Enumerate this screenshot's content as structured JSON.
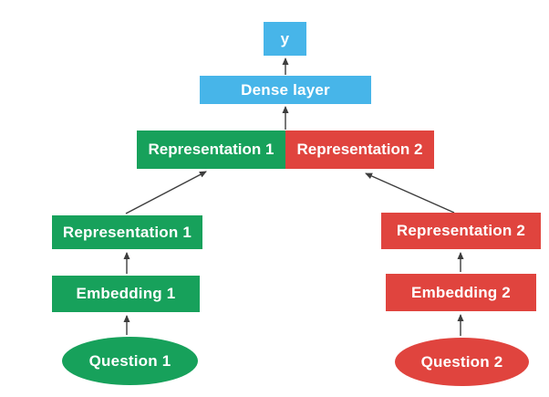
{
  "diagram": {
    "type": "flow-diagram",
    "colors": {
      "blue": "#47b5e9",
      "green": "#17a15b",
      "red": "#e0443e",
      "arrow": "#3d3d3d",
      "text": "#ffffff",
      "background": "#ffffff"
    },
    "nodes": {
      "output": {
        "label": "y",
        "color": "blue",
        "shape": "rect"
      },
      "dense": {
        "label": "Dense layer",
        "color": "blue",
        "shape": "rect"
      },
      "merged_left": {
        "label": "Representation 1",
        "color": "green",
        "shape": "rect"
      },
      "merged_right": {
        "label": "Representation 2",
        "color": "red",
        "shape": "rect"
      },
      "rep1": {
        "label": "Representation 1",
        "color": "green",
        "shape": "rect"
      },
      "emb1": {
        "label": "Embedding 1",
        "color": "green",
        "shape": "rect"
      },
      "q1": {
        "label": "Question 1",
        "color": "green",
        "shape": "ellipse"
      },
      "rep2": {
        "label": "Representation 2",
        "color": "red",
        "shape": "rect"
      },
      "emb2": {
        "label": "Embedding 2",
        "color": "red",
        "shape": "rect"
      },
      "q2": {
        "label": "Question 2",
        "color": "red",
        "shape": "ellipse"
      }
    },
    "edges": [
      {
        "from": "q1",
        "to": "emb1"
      },
      {
        "from": "emb1",
        "to": "rep1"
      },
      {
        "from": "rep1",
        "to": "merged_left"
      },
      {
        "from": "q2",
        "to": "emb2"
      },
      {
        "from": "emb2",
        "to": "rep2"
      },
      {
        "from": "rep2",
        "to": "merged_right"
      },
      {
        "from": "merged",
        "to": "dense"
      },
      {
        "from": "dense",
        "to": "output"
      }
    ]
  }
}
